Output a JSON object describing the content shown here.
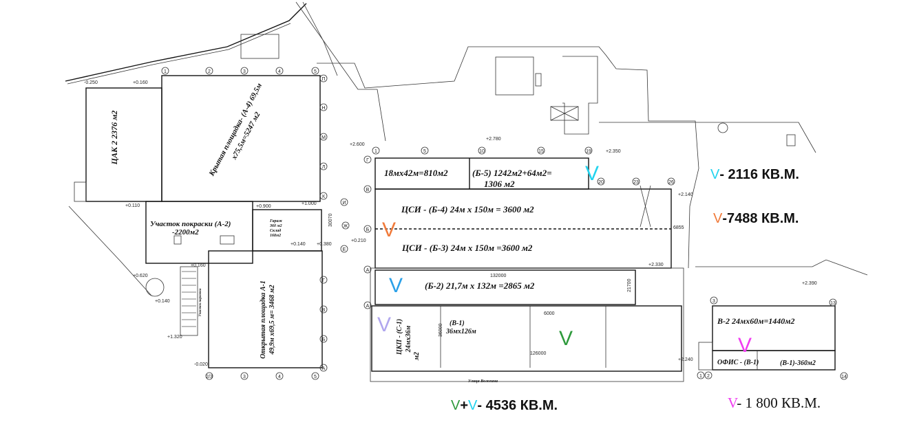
{
  "colors": {
    "cyan": "#22d3ee",
    "orange": "#f07a3a",
    "blue": "#2aa0e8",
    "lavender": "#b0a6ee",
    "green": "#2e9a3c",
    "magenta": "#f03cf0"
  },
  "zones": {
    "tsak2": "ЦАК 2 2376 м2",
    "a4_title": "Крытая площадка- (А-4) 69,5м",
    "a4_area": "х75,5м=5247 м2",
    "a2_title": "Участок покраски (А-2)",
    "a2_area": "-2200м2",
    "garage1": "Гараж",
    "garage2": "360 м2",
    "garage3": "Склад",
    "garage4": "168м2",
    "a1_title": "Открытая площадка А-1",
    "a1_area": "49,9м х69,5 м= 3468 м2",
    "parking": "Участок парковки",
    "b5_left": "18мх42м=810м2",
    "b5_right": "(Б-5) 1242м2+64м2=",
    "b5_total": "1306 м2",
    "b4": "ЦСИ - (Б-4) 24м х 150м = 3600 м2",
    "b3": "ЦСИ - (Б-3) 24м х 150м =3600 м2",
    "b2": "(Б-2) 21,7м х 132м =2865 м2",
    "b1_title": "(В-1)",
    "b1_size": "36мх126м",
    "c1_title": "ЦКП - (С-1)",
    "c1_size": "24мх36м",
    "c1_unit": "м2",
    "v2": "В-2 24мх60м=1440м2",
    "office": "ОФИС - (В-1)",
    "v1_area": "(В-1)-360м2",
    "street": "Улица Вологина"
  },
  "dims": [
    "132000",
    "126000",
    "36000",
    "21700",
    "6000",
    "6855",
    "30070"
  ],
  "elevations": [
    "-0.250",
    "+0.160",
    "+0.110",
    "+0.900",
    "+1.000",
    "+0.140",
    "+0.380",
    "+0.210",
    "+0.160",
    "+0.620",
    "+0.140",
    "+1.320",
    "-0.020",
    "+2.600",
    "+2.780",
    "+2.350",
    "+2.140",
    "+2.330",
    "+2.390",
    "+2.240"
  ],
  "axes_top": [
    "1",
    "2",
    "3",
    "4",
    "5"
  ],
  "axes_bottom_left": [
    "2/3",
    "3",
    "4",
    "5"
  ],
  "axes_b_top": [
    "1",
    "5",
    "10",
    "15",
    "19",
    "20",
    "23",
    "26"
  ],
  "axes_rows_a": [
    "П",
    "Н",
    "М",
    "Л",
    "К",
    "И",
    "Ж",
    "Е",
    "Г",
    "В",
    "Б",
    "А"
  ],
  "axes_rows_b": [
    "Г",
    "В",
    "Б",
    "А",
    "А"
  ],
  "axes_c": [
    "3",
    "13",
    "1",
    "2",
    "14"
  ],
  "marks": {
    "v": "V"
  },
  "legend": {
    "cyan_text": "- 2116 КВ.М.",
    "orange_text": "-7488 КВ.М.",
    "green_plus": "+",
    "cyan_bottom_text": "- 4536 КВ.М.",
    "magenta_text": "- 1 800 КВ.М."
  }
}
